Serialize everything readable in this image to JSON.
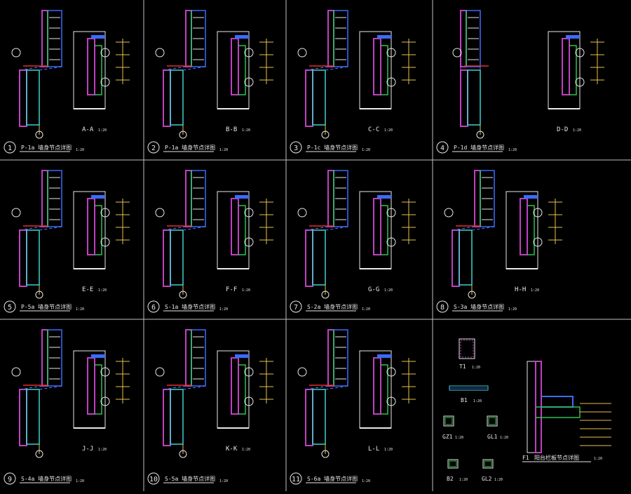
{
  "sheet": {
    "background": "#000000",
    "colors": {
      "frame": "#bfbfbf",
      "wall": "#3a6bff",
      "hatch": "#c040c0",
      "green": "#2fbf4f",
      "yellow": "#e6c24a",
      "red": "#e03030",
      "white": "#e8e8e8",
      "cyan": "#40d0d0",
      "dash": "#5a7dff"
    }
  },
  "details": [
    {
      "num": "1",
      "title": "P-1a 墙身节点详图",
      "scale": "1:20",
      "section": "A-A",
      "scale2": "1:20"
    },
    {
      "num": "2",
      "title": "P-1a 墙身节点详图",
      "scale": "1:20",
      "section": "B-B",
      "scale2": "1:20"
    },
    {
      "num": "3",
      "title": "P-1c 墙身节点详图",
      "scale": "1:20",
      "section": "C-C",
      "scale2": "1:20"
    },
    {
      "num": "4",
      "title": "P-1d 墙身节点详图",
      "scale": "1:20",
      "section": "D-D",
      "scale2": "1:20"
    },
    {
      "num": "5",
      "title": "P-5a 墙身节点详图",
      "scale": "1:20",
      "section": "E-E",
      "scale2": "1:20"
    },
    {
      "num": "6",
      "title": "S-1a 墙身节点详图",
      "scale": "1:20",
      "section": "F-F",
      "scale2": "1:20"
    },
    {
      "num": "7",
      "title": "S-2a 墙身节点详图",
      "scale": "1:20",
      "section": "G-G",
      "scale2": "1:20"
    },
    {
      "num": "8",
      "title": "S-3a 墙身节点详图",
      "scale": "1:20",
      "section": "H-H",
      "scale2": "1:20"
    },
    {
      "num": "9",
      "title": "S-4a 墙身节点详图",
      "scale": "1:20",
      "section": "J-J",
      "scale2": "1:20"
    },
    {
      "num": "10",
      "title": "S-5a 墙身节点详图",
      "scale": "1:20",
      "section": "K-K",
      "scale2": "1:20"
    },
    {
      "num": "11",
      "title": "S-6a 墙身节点详图",
      "scale": "1:20",
      "section": "L-L",
      "scale2": "1:20"
    }
  ],
  "parts": {
    "t1": {
      "label": "T1",
      "scale": "1:20"
    },
    "b1": {
      "label": "B1",
      "scale": "1:20"
    },
    "gz1": {
      "label": "GZ1",
      "scale": "1:20"
    },
    "gl1": {
      "label": "GL1",
      "scale": "1:20"
    },
    "b2": {
      "label": "B2",
      "scale": "1:20"
    },
    "gl2": {
      "label": "GL2",
      "scale": "1:20"
    },
    "f1": {
      "label": "F1",
      "title": "阳台栏板节点详图",
      "scale": "1:20"
    }
  }
}
